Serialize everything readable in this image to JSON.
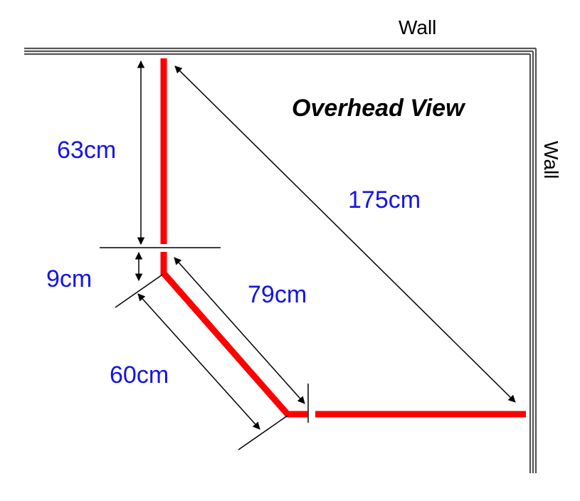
{
  "title": "Overhead View",
  "walls": {
    "top_label": "Wall",
    "right_label": "Wall"
  },
  "dimensions": {
    "d1": "63cm",
    "d2": "9cm",
    "d3": "79cm",
    "d4": "60cm",
    "d5": "175cm"
  },
  "colors": {
    "path": "#ff0000",
    "dimension_text": "#1414e6",
    "wall": "#555555"
  }
}
